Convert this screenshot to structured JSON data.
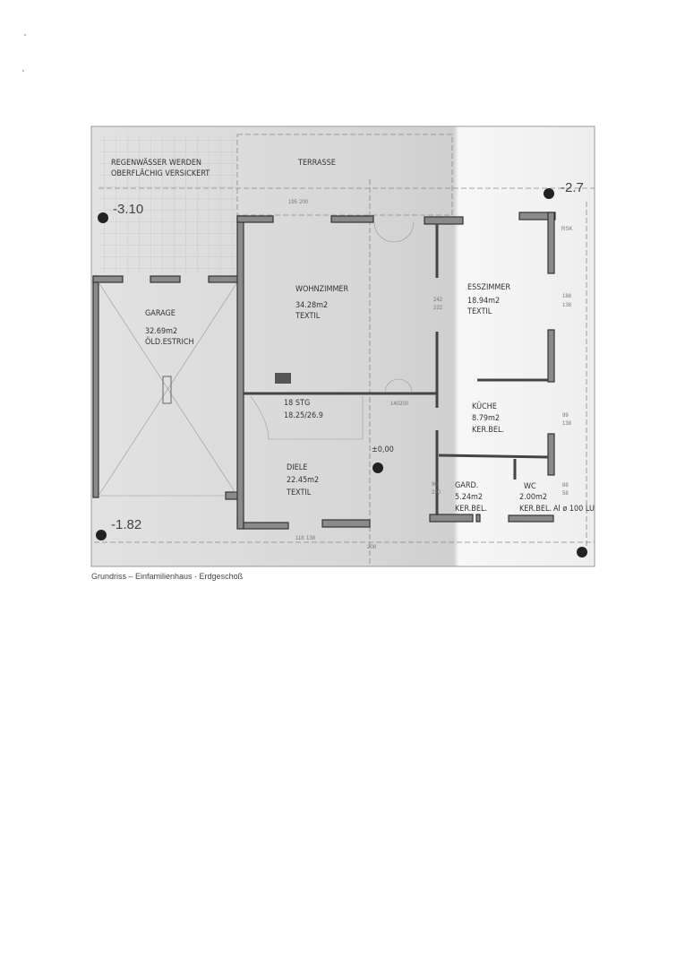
{
  "plan": {
    "note_line1": "REGENWÄSSER WERDEN",
    "note_line2": "OBERFLÄCHIG VERSICKERT",
    "terrace": "TERRASSE",
    "level_garden": "-3.10",
    "level_east": "-2.7",
    "level_garage": "-1.82",
    "level_floor": "±0,00",
    "rsk": "RSK",
    "rooms": [
      {
        "name": "GARAGE",
        "area": "32.69m2",
        "floor": "ÖLD.ESTRICH"
      },
      {
        "name": "WOHNZIMMER",
        "area": "34.28m2",
        "floor": "TEXTIL"
      },
      {
        "name": "ESSZIMMER",
        "area": "18.94m2",
        "floor": "TEXTIL"
      },
      {
        "name": "KÜCHE",
        "area": "8.79m2",
        "floor": "KER.BEL."
      },
      {
        "name": "DIELE",
        "area": "22.45m2",
        "floor": "TEXTIL"
      },
      {
        "name": "GARD.",
        "area": "5.24m2",
        "floor": "KER.BEL."
      },
      {
        "name": "WC",
        "area": "2.00m2",
        "floor": "KER.BEL."
      }
    ],
    "stairs_1": "18 STG",
    "stairs_2": "18.25/26.9",
    "wc_vent": "Al ø 100 LU",
    "dims": [
      "188",
      "138",
      "99",
      "138",
      "88",
      "58",
      "140",
      "200",
      "118",
      "138",
      "208",
      "90",
      "220",
      "242",
      "222",
      "195",
      "200"
    ]
  },
  "caption": "Grundriss – Einfamilienhaus · Erdgeschoß"
}
